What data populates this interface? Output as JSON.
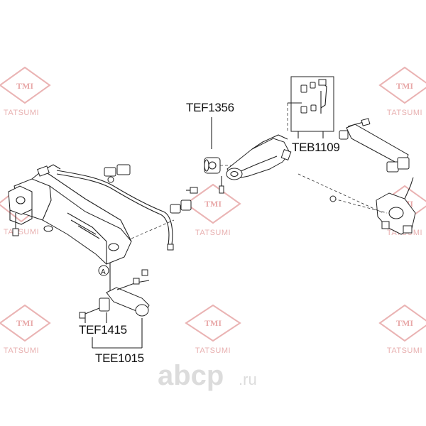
{
  "labels": {
    "tef1356": "TEF1356",
    "teb1109": "TEB1109",
    "tef1415": "TEF1415",
    "tee1015": "TEE1015",
    "callout_a": "A"
  },
  "watermark": {
    "brand": "TMI",
    "name": "TATSUMI",
    "color": "#e8a8a8"
  },
  "site": {
    "name": "abcp",
    "suffix": ".ru"
  }
}
